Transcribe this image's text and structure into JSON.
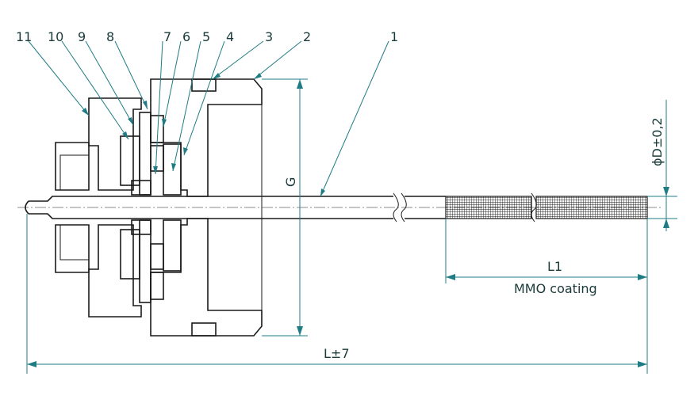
{
  "part_labels": [
    "11",
    "10",
    "9",
    "8",
    "7",
    "6",
    "5",
    "4",
    "3",
    "2",
    "1"
  ],
  "dimensions": {
    "overall_length": "L±7",
    "coating_length": "L1",
    "coating_note": "MMO coating",
    "diameter": "ϕD±0,2",
    "thread": "G"
  },
  "colors": {
    "leader": "#1f7c84",
    "outline": "#1a1a1a",
    "text": "#1a3a3a"
  }
}
